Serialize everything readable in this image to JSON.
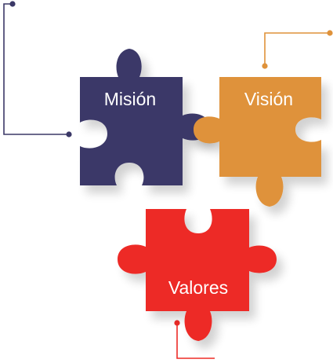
{
  "pieces": [
    {
      "id": "mision",
      "label": "Misión",
      "color": "#3b3867",
      "connector_color": "#3b3867"
    },
    {
      "id": "vision",
      "label": "Visión",
      "color": "#df923a",
      "connector_color": "#df923a"
    },
    {
      "id": "valores",
      "label": "Valores",
      "color": "#ed2b27",
      "connector_color": "#ed2b27"
    }
  ]
}
